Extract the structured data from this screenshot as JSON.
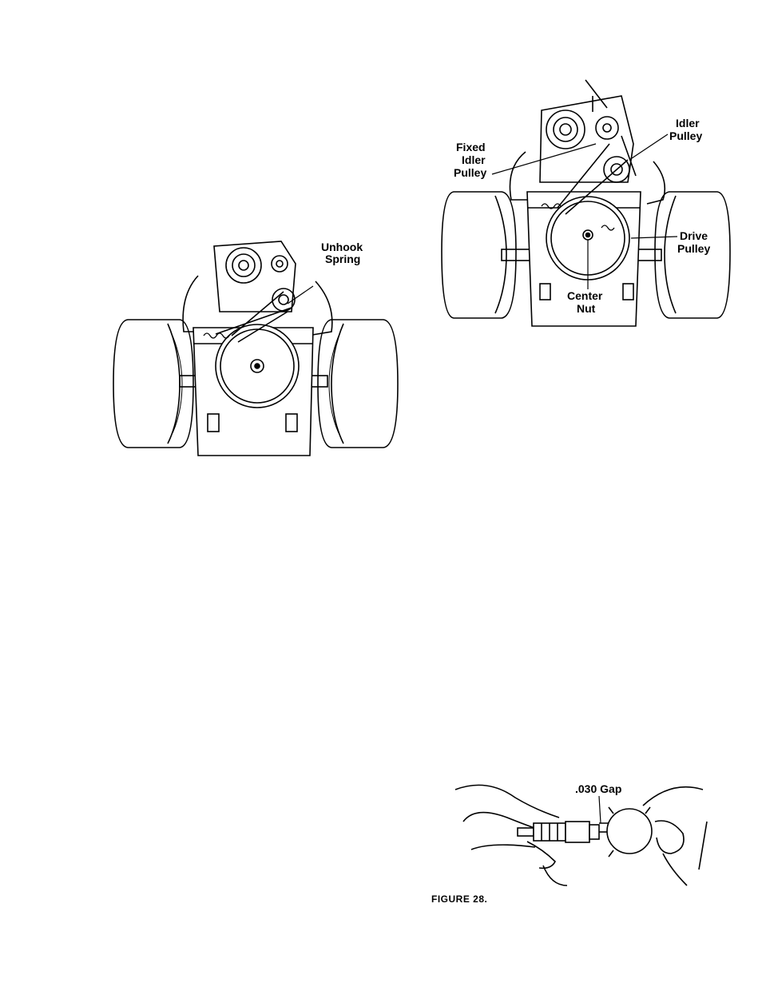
{
  "figure_left": {
    "label_unhook": "Unhook",
    "label_spring": "Spring"
  },
  "figure_right": {
    "label_fixed": "Fixed",
    "label_idler": "Idler",
    "label_pulley": "Pulley",
    "label_idler_pulley_1": "Idler",
    "label_idler_pulley_2": "Pulley",
    "label_drive_1": "Drive",
    "label_drive_2": "Pulley",
    "label_center_1": "Center",
    "label_center_2": "Nut"
  },
  "figure_spark": {
    "label_gap": ".030 Gap",
    "caption": "FIGURE 28."
  }
}
